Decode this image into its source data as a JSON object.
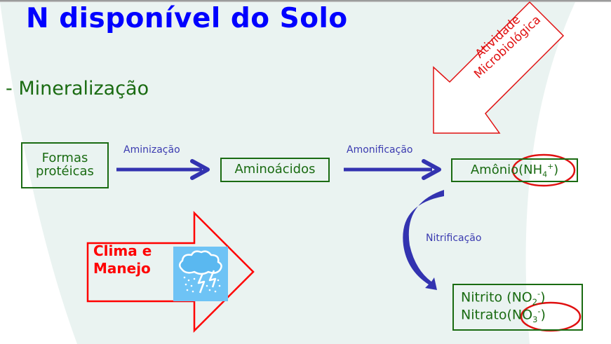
{
  "slide": {
    "title": "N disponível do Solo",
    "subtitle": "- Mineralização"
  },
  "diagram": {
    "nodes": {
      "formas": {
        "line1": "Formas",
        "line2": "protéicas"
      },
      "aminoacidos": {
        "label": "Aminoácidos"
      },
      "amonio": {
        "label": "Amônio",
        "ion": "(NH",
        "ion_sub": "4",
        "ion_sup": "+",
        "ion_close": ")"
      },
      "nitrito": {
        "label": "Nitrito",
        "ion": "(NO",
        "ion_sub": "2",
        "ion_sup": "-",
        "ion_close": ")"
      },
      "nitrato": {
        "label": "Nitrato",
        "ion": "(NO",
        "ion_sub": "3",
        "ion_sup": "-",
        "ion_close": ")"
      }
    },
    "edges": [
      {
        "from": "formas",
        "to": "aminoacidos",
        "label": "Aminização"
      },
      {
        "from": "aminoacidos",
        "to": "amonio",
        "label": "Amonificação"
      },
      {
        "from": "amonio",
        "to": "nitrito_nitrato",
        "label": "Nitrificação"
      }
    ],
    "callouts": {
      "microbial": {
        "line1": "Atividade",
        "line2": "Microbiológica"
      },
      "climate": {
        "line1": "Clima e",
        "line2": "Manejo",
        "icon": "storm-cloud-icon"
      }
    },
    "colors": {
      "title": "#0000ff",
      "node_text": "#1a6b12",
      "node_border": "#1a6b12",
      "arrow": "#3333b0",
      "callout": "#ff0000",
      "highlight_ellipse": "#e01010",
      "background_shape": "#eaf3f1",
      "weather_icon_bg": "#6ec3f5"
    }
  }
}
